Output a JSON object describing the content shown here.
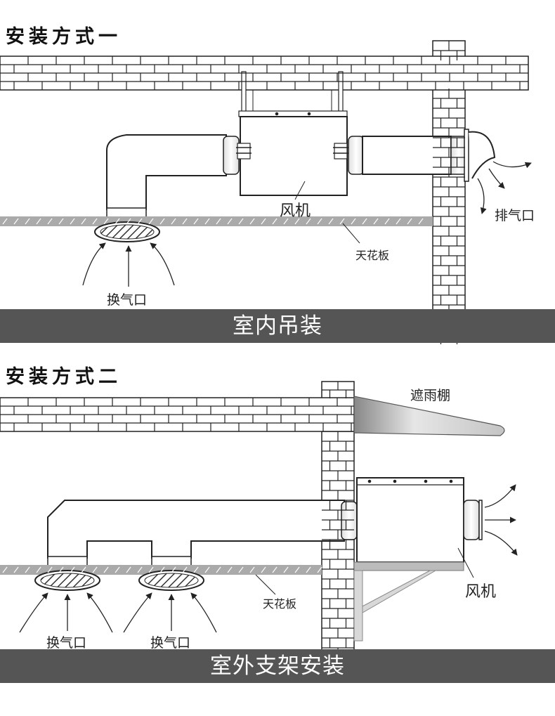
{
  "section1": {
    "title": "安装方式一",
    "band_label": "室内吊装",
    "labels": {
      "fan": "风机",
      "exhaust": "排气口",
      "ceiling": "天花板",
      "intake": "换气口"
    }
  },
  "section2": {
    "title": "安装方式二",
    "band_label": "室外支架安装",
    "labels": {
      "awning": "遮雨棚",
      "ceiling": "天花板",
      "fan": "风机",
      "intake_1": "换气口",
      "intake_2": "换气口"
    }
  },
  "colors": {
    "band": "#555555",
    "brick_line": "#222222",
    "ceiling": "#aaaaaa",
    "awning": "#bbbbbb"
  }
}
